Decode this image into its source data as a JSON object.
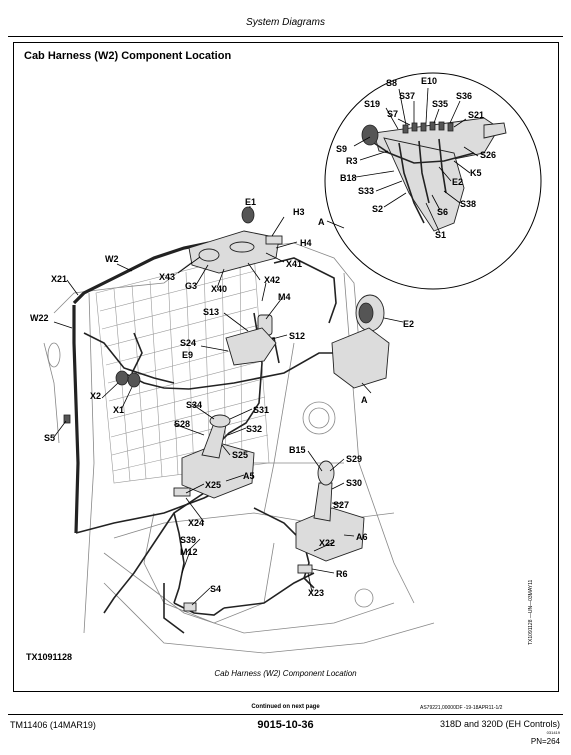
{
  "header": {
    "title": "System Diagrams"
  },
  "section": {
    "title": "Cab Harness (W2) Component Location"
  },
  "figure": {
    "id": "TX1091128",
    "side_code": "TX1091128 —UN—03MAY11",
    "caption": "Cab Harness (W2) Component Location",
    "labels": [
      "S8",
      "E10",
      "S37",
      "S36",
      "S19",
      "S35",
      "S7",
      "S21",
      "S9",
      "S26",
      "R3",
      "K5",
      "B18",
      "E2",
      "S33",
      "S38",
      "S2",
      "S6",
      "S1",
      "A",
      "E1",
      "H3",
      "H4",
      "W2",
      "X41",
      "X43",
      "X21",
      "G3",
      "X40",
      "X42",
      "M4",
      "W22",
      "S13",
      "S12",
      "E2",
      "S24",
      "E9",
      "A",
      "X2",
      "X1",
      "S34",
      "S31",
      "S28",
      "S32",
      "S5",
      "S25",
      "B15",
      "A5",
      "S29",
      "X25",
      "S30",
      "S27",
      "X24",
      "A6",
      "S39",
      "X22",
      "M12",
      "R6",
      "S4",
      "X23"
    ]
  },
  "footer": {
    "continued": "Continued on next page",
    "doc_id": "AS79221,00000DF -19-18APR11-1/2",
    "manual": "TM11406 (14MAR19)",
    "page_ref": "9015-10-36",
    "model": "318D and 320D (EH Controls)",
    "tiny": "031419",
    "pn": "PN=264"
  }
}
